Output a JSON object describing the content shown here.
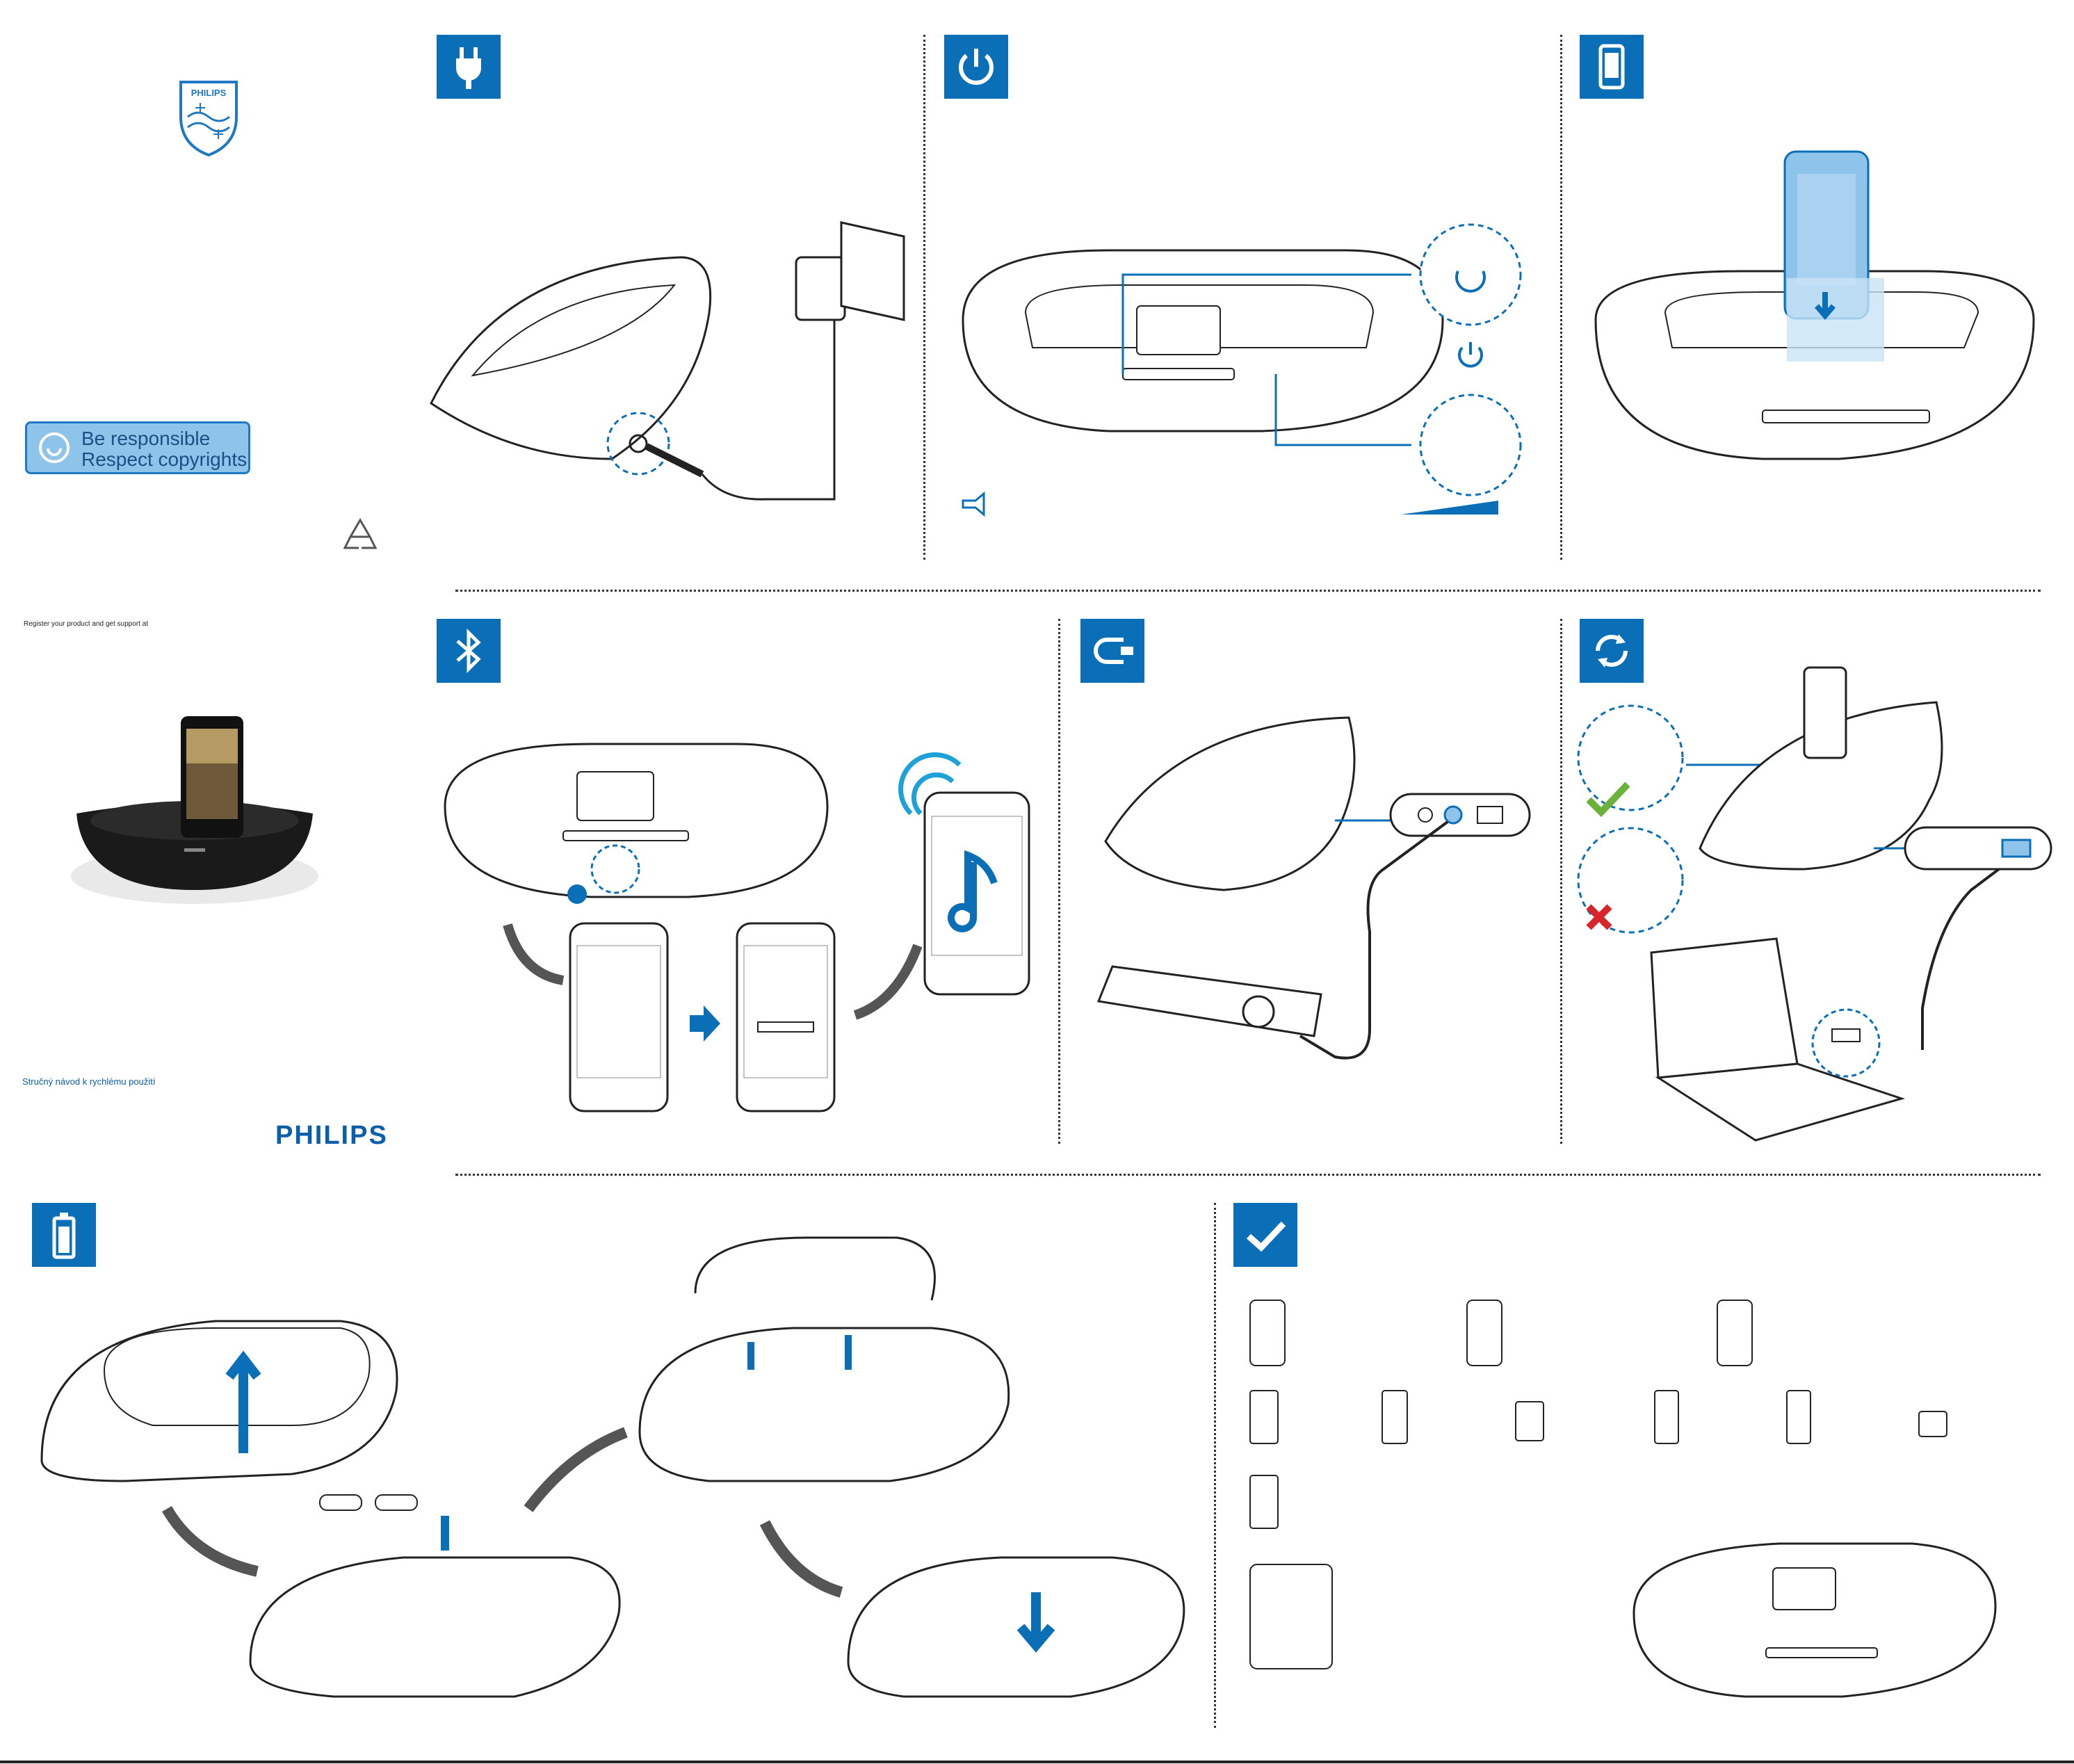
{
  "cover": {
    "register_text": "Register your product and get support at",
    "badge_line1": "Be responsible",
    "badge_line2": "Respect copyrights",
    "quick_start": "Stručný návod k rychlému použití",
    "brand": "PHILIPS",
    "shield_label": "PHILIPS"
  },
  "colors": {
    "accent": "#0b6fb8",
    "light_blue": "#8ec3ea",
    "ok": "#6bb23a",
    "error": "#d8242b"
  },
  "steps": [
    {
      "icon": "plug-icon"
    },
    {
      "icon": "power-icon"
    },
    {
      "icon": "phone-icon"
    },
    {
      "icon": "bluetooth-icon"
    },
    {
      "icon": "audio-in-icon"
    },
    {
      "icon": "sync-icon"
    },
    {
      "icon": "battery-icon"
    },
    {
      "icon": "checkmark-icon"
    }
  ]
}
